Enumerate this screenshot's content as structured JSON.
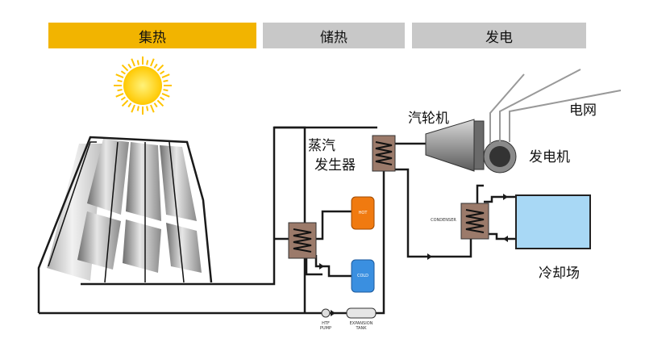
{
  "stages": {
    "collect": "集热",
    "store": "储热",
    "power": "发电"
  },
  "components": {
    "steam_generator_line1": "蒸汽",
    "steam_generator_line2": "发生器",
    "turbine": "汽轮机",
    "grid": "电网",
    "generator": "发电机",
    "cooling_field": "冷却场"
  },
  "small_labels": {
    "hot_tank": "HOT",
    "cold_tank": "COLD",
    "condenser": "CONDENSER",
    "htf_pump_line1": "HTF",
    "htf_pump_line2": "PUMP",
    "expansion_tank_line1": "EXPANSION",
    "expansion_tank_line2": "TANK"
  },
  "colors": {
    "collect_bar": "#f2b400",
    "inactive_bar": "#c8c8c8",
    "sun": "#ffd21a",
    "hot_tank": "#f07a10",
    "cold_tank": "#3a8fe0",
    "cooling_pool": "#a8d8f5",
    "heat_exchanger": "#9b7a6a"
  }
}
